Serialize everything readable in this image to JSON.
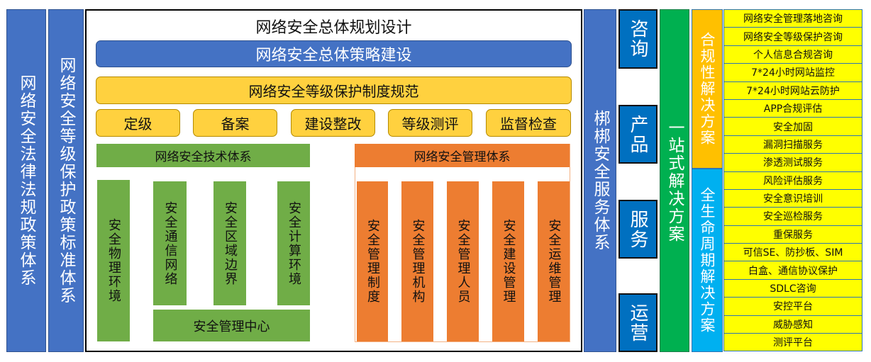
{
  "left_policy": "网络安全法律法规政策体系",
  "left_standard": "网络安全等级保护政策标准体系",
  "main": {
    "title": "网络安全总体规划设计",
    "strategy": "网络安全总体策略建设",
    "regulation": "网络安全等级保护制度规范",
    "steps": [
      "定级",
      "备案",
      "建设整改",
      "等级测评",
      "监督检查"
    ],
    "tech": {
      "title": "网络安全技术体系",
      "columns": [
        "安全物理环境",
        "安全通信网络",
        "安全区域边界",
        "安全计算环境"
      ],
      "center": "安全管理中心"
    },
    "mgmt": {
      "title": "网络安全管理体系",
      "columns": [
        "安全管理制度",
        "安全管理机构",
        "安全管理人员",
        "安全建设管理",
        "安全运维管理"
      ]
    }
  },
  "service_system": "梆梆安全服务体系",
  "service_types": [
    "咨询",
    "产品",
    "服务",
    "运营"
  ],
  "one_stop": "一站式解决方案",
  "compliance": "合规性解决方案",
  "lifecycle": "全生命周期解决方案",
  "services": [
    "网络安全管理落地咨询",
    "网络安全等级保护咨询",
    "个人信息合规咨询",
    "7*24小时网站监控",
    "7*24小时网站云防护",
    "APP合规评估",
    "安全加固",
    "漏洞扫描服务",
    "渗透测试服务",
    "风险评估服务",
    "安全意识培训",
    "安全巡检服务",
    "重保服务",
    "可信SE、防抄板、SIM",
    "白盒、通信协议保护",
    "SDLC咨询",
    "安控平台",
    "威胁感知",
    "测评平台"
  ]
}
